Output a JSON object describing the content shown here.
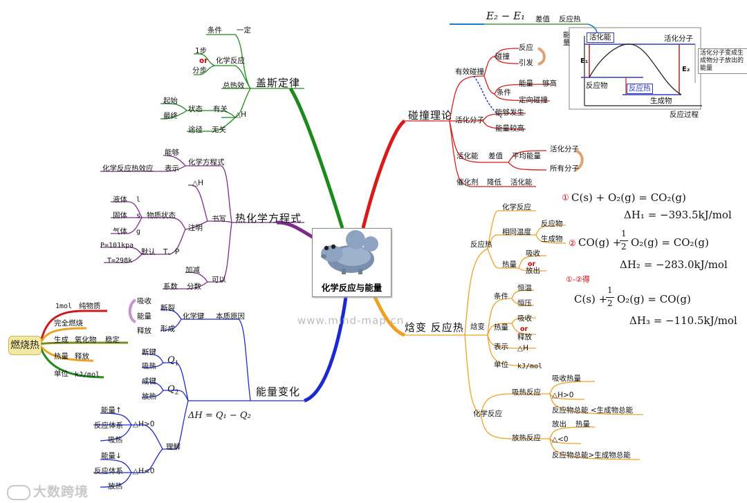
{
  "center": {
    "title": "化学反应与能量"
  },
  "branches": {
    "hess": {
      "title": "盖斯定律",
      "cond": "条件",
      "cond_val": "一定",
      "step1": "1步",
      "or": "or",
      "step2": "分步",
      "chem_reaction": "化学反应",
      "total_heat": "总热效",
      "start": "起始",
      "end": "最终",
      "state": "状态",
      "related": "有关",
      "dh": "△H",
      "path": "途径",
      "unrelated": "无关"
    },
    "thermo": {
      "title": "热化学方程式",
      "can": "能够",
      "show": "表示",
      "eq": "化学方程式",
      "heat_eff": "化学反应热效应",
      "dh": "△H",
      "write": "书写",
      "liquid": "液体",
      "l": "l",
      "solid": "固体",
      "s": "s",
      "gas": "气体",
      "g": "g",
      "matter_state": "物质状态",
      "note": "注明",
      "p": "P=101kpa",
      "default": "默认",
      "tp": "T、P",
      "t": "T=298k",
      "add": "加减",
      "coeff": "系数",
      "ratio": "分数",
      "ok": "可以"
    },
    "energy": {
      "title": "能量变化",
      "absorb": "吸收",
      "energy": "能量",
      "release": "释放",
      "break": "断裂",
      "form": "形成",
      "chem_bond": "化学键",
      "essence": "本质原因",
      "break_bond": "断键",
      "absorb_heat": "吸热",
      "q1": "Q",
      "q1_sub": "1",
      "form_bond": "成键",
      "release_heat": "放热",
      "q2": "Q",
      "q2_sub": "2",
      "dh_formula": "ΔH = Q₁ − Q₂",
      "energy_up": "能量↑",
      "system": "反应体系",
      "dh_gt": "△H>0",
      "absorb2": "吸热",
      "understand": "理解",
      "energy_down": "能量↓",
      "system2": "反应体系",
      "dh_lt": "△H<0",
      "release2": "放热"
    },
    "combustion": {
      "title": "燃烧热",
      "mol": "1mol",
      "pure": "纯物质",
      "complete": "完全燃烧",
      "generate": "生成",
      "oxide": "氧化物",
      "stable": "稳定",
      "heat": "热量",
      "release": "释放",
      "unit": "单位",
      "unit_val": "kJ/mol"
    },
    "collision": {
      "title": "碰撞理论",
      "effective": "有效碰撞",
      "collide": "碰撞",
      "react": "反应",
      "cause": "引发",
      "energy": "能量",
      "enough": "够高",
      "cond": "条件",
      "direction": "定向碰撞",
      "can_happen": "能够发生",
      "active_mol": "活化分子",
      "higher_energy": "能量较高",
      "act_energy": "活化能",
      "diff": "差值",
      "avg_energy": "平均能量",
      "active_mol2": "活化分子",
      "all_mol": "所有分子",
      "catalyst": "催化剂",
      "lower": "降低",
      "act_energy2": "活化能"
    },
    "enthalpy": {
      "title": "焓变  反应热",
      "reaction_heat": "反应热",
      "chem_react": "化学反应",
      "same_temp": "相同温度",
      "reactant": "反应物",
      "product": "生成物",
      "heat": "热量",
      "absorb": "吸收",
      "or": "or",
      "release": "放出",
      "enthalpy": "焓变",
      "cond": "条件",
      "const_temp": "恒温",
      "const_press": "恒压",
      "heat2": "热量",
      "absorb2": "吸收",
      "or2": "or",
      "release2": "释放",
      "show": "表示",
      "dh": "△H",
      "unit": "单位",
      "unit_val": "kJ/mol",
      "chem_react2": "化学反应",
      "endo": "吸热反应",
      "absorb_heat": "吸收热量",
      "dh_pos": "△H>0",
      "endo_total": "反应物总能  <生成物总能",
      "exo": "放热反应",
      "release_heat": "放出",
      "heat3": "热量",
      "dh_neg": "△<0",
      "exo_total": "反应物总能>生成物总能"
    }
  },
  "energy_diagram": {
    "top_formula": "E₂ − E₁",
    "diff": "差值",
    "reaction_heat": "反应热",
    "act_energy": "活化能",
    "active_mol": "活化分子",
    "energy_axis": "能量",
    "e1": "E₁",
    "e2": "E₂",
    "reactant": "反应物",
    "reaction_heat_label": "反应热",
    "product": "生成物",
    "process": "反应过程",
    "note": "活化分子变成生成物分子放出的能量"
  },
  "equations": {
    "eq1_mark": "①",
    "eq1": "C(s) + O₂(g) =  CO₂(g)",
    "dh1": "ΔH₁ = −393.5kJ/mol",
    "eq2_mark": "②",
    "eq2_left": "CO(g) +",
    "half": "1",
    "half_den": "2",
    "eq2_right": "O₂(g) =  CO₂(g)",
    "dh2": "ΔH₂ = −283.0kJ/mol",
    "combine": "①-②得",
    "eq3_left": "C(s) +",
    "half3": "1",
    "half3_den": "2",
    "eq3_right": "O₂(g) = CO(g)",
    "dh3": "ΔH₃ = −110.5kJ/mol"
  },
  "watermark": "www.mind-map.cn",
  "logo": "大数跨境",
  "colors": {
    "hess": "#1a8a1a",
    "thermo": "#7d2a8a",
    "energy": "#1a2ad0",
    "collision": "#d81a1a",
    "enthalpy": "#f0a020",
    "combustion_red": "#cc1a1a"
  }
}
